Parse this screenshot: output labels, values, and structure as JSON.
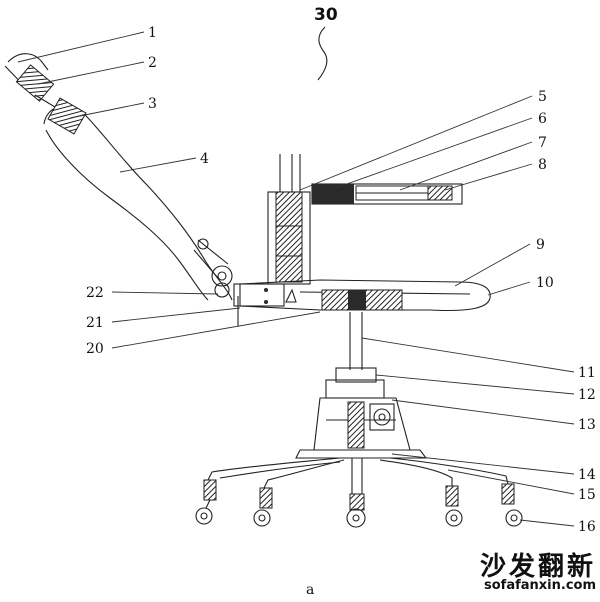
{
  "figure": {
    "title": "30",
    "caption": "a",
    "labels": [
      "1",
      "2",
      "3",
      "4",
      "5",
      "6",
      "7",
      "8",
      "9",
      "10",
      "11",
      "12",
      "13",
      "14",
      "15",
      "16",
      "20",
      "21",
      "22"
    ]
  },
  "watermark": {
    "text_cn": "沙发翻新",
    "url": "sofafanxin.com"
  }
}
